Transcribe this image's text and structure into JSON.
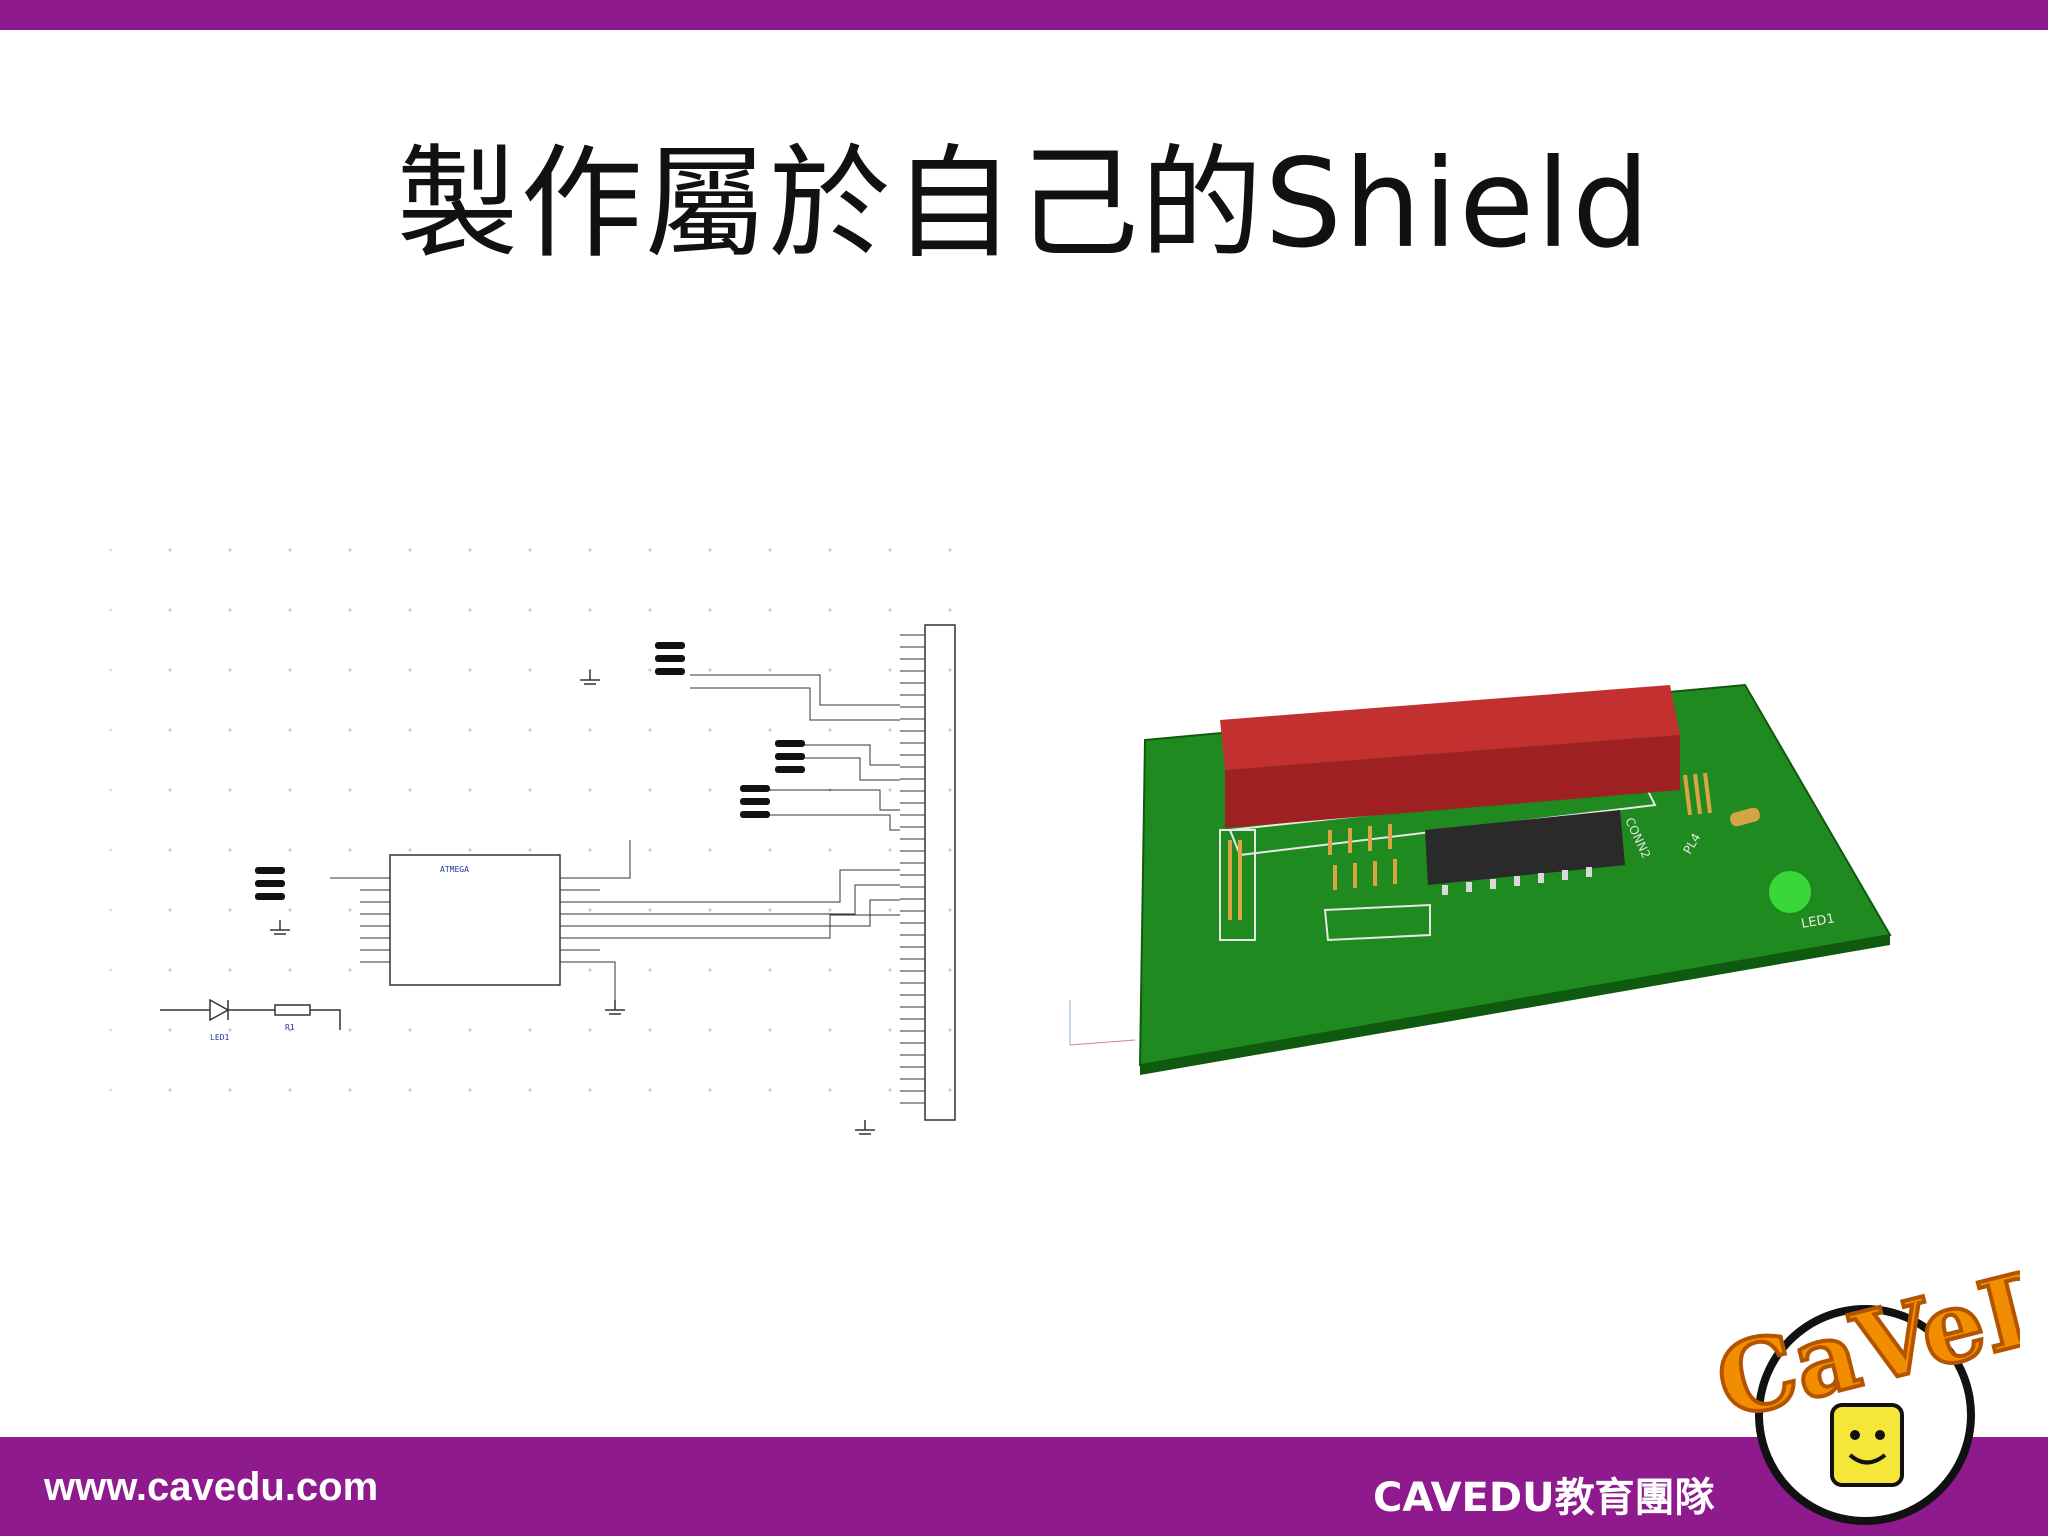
{
  "slide": {
    "title": "製作屬於自己的Shield"
  },
  "schematic": {
    "ic_label": "ATMEGA",
    "led_label": "LED1",
    "resistor_label": "R1"
  },
  "pcb": {
    "chip_label": "CONN2",
    "led_label": "LED1",
    "header_label": "PL4"
  },
  "footer": {
    "url": "www.cavedu.com",
    "team": "CAVEDU教育團隊"
  },
  "logo": {
    "text": "CaVeDu"
  },
  "colors": {
    "accent": "#8e1a8e",
    "pcb_green": "#1f8a1f",
    "header_red": "#b52a2a",
    "logo_orange": "#f28c00"
  }
}
